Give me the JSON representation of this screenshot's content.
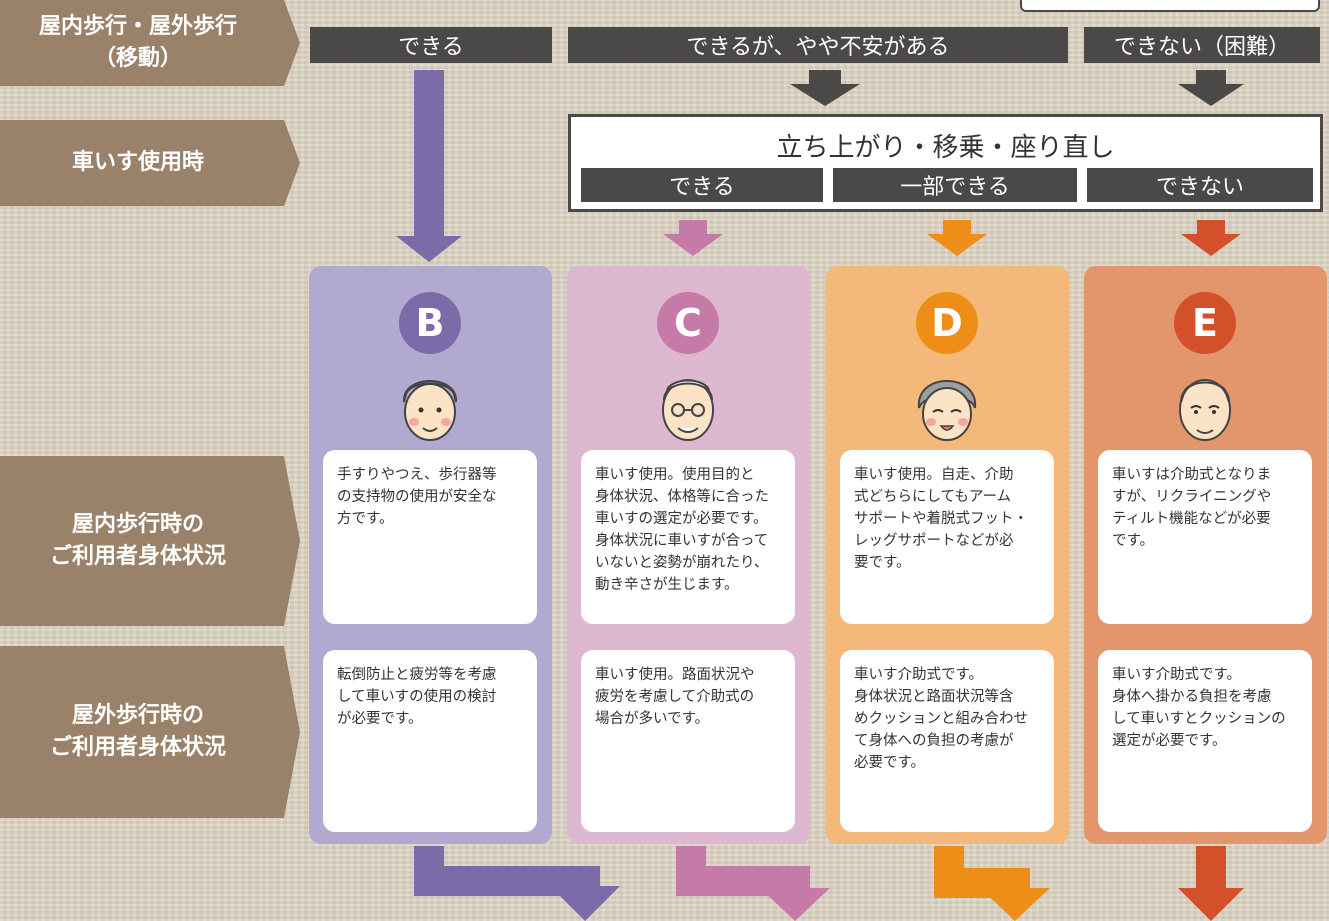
{
  "colors": {
    "label_bg": "#9a826a",
    "bar_dark": "#4b4948",
    "B": {
      "col": "#b1a9cf",
      "accent": "#7b6ba9"
    },
    "C": {
      "col": "#ddb6cf",
      "accent": "#c57aa8"
    },
    "D": {
      "col": "#f4b87a",
      "accent": "#ee8e18"
    },
    "E": {
      "col": "#e3956c",
      "accent": "#d4502a"
    }
  },
  "rows": {
    "walking": "屋内歩行・屋外歩行\n（移動）",
    "wheelchair": "車いす使用時",
    "indoor": "屋内歩行時の\nご利用者身体状況",
    "outdoor": "屋外歩行時の\nご利用者身体状況"
  },
  "walking_options": {
    "can": "できる",
    "uneasy": "できるが、やや不安がある",
    "cannot": "できない（困難）"
  },
  "transfer": {
    "title": "立ち上がり・移乗・座り直し",
    "can": "できる",
    "partial": "一部できる",
    "cannot": "できない"
  },
  "columns": [
    {
      "letter": "B",
      "icon": "elderly-man-face-icon",
      "indoor": "手すりやつえ、歩行器等\nの支持物の使用が安全な\n方です。",
      "outdoor": "転倒防止と疲労等を考慮\nして車いすの使用の検討\nが必要です。"
    },
    {
      "letter": "C",
      "icon": "elderly-man-glasses-face-icon",
      "indoor": "車いす使用。使用目的と\n身体状況、体格等に合った\n車いすの選定が必要です。\n身体状況に車いすが合って\nいないと姿勢が崩れたり、\n動き辛さが生じます。",
      "outdoor": "車いす使用。路面状況や\n疲労を考慮して介助式の\n場合が多いです。"
    },
    {
      "letter": "D",
      "icon": "elderly-woman-smiling-face-icon",
      "indoor": "車いす使用。自走、介助\n式どちらにしてもアーム\nサポートや着脱式フット・\nレッグサポートなどが必\n要です。",
      "outdoor": "車いす介助式です。\n身体状況と路面状況等含\nめクッションと組み合わせ\nて身体への負担の考慮が\n必要です。"
    },
    {
      "letter": "E",
      "icon": "elderly-man-wrinkled-face-icon",
      "indoor": "車いすは介助式となりま\nすが、リクライニングや\nティルト機能などが必要\nです。",
      "outdoor": "車いす介助式です。\n身体へ掛かる負担を考慮\nして車いすとクッションの\n選定が必要です。"
    }
  ]
}
